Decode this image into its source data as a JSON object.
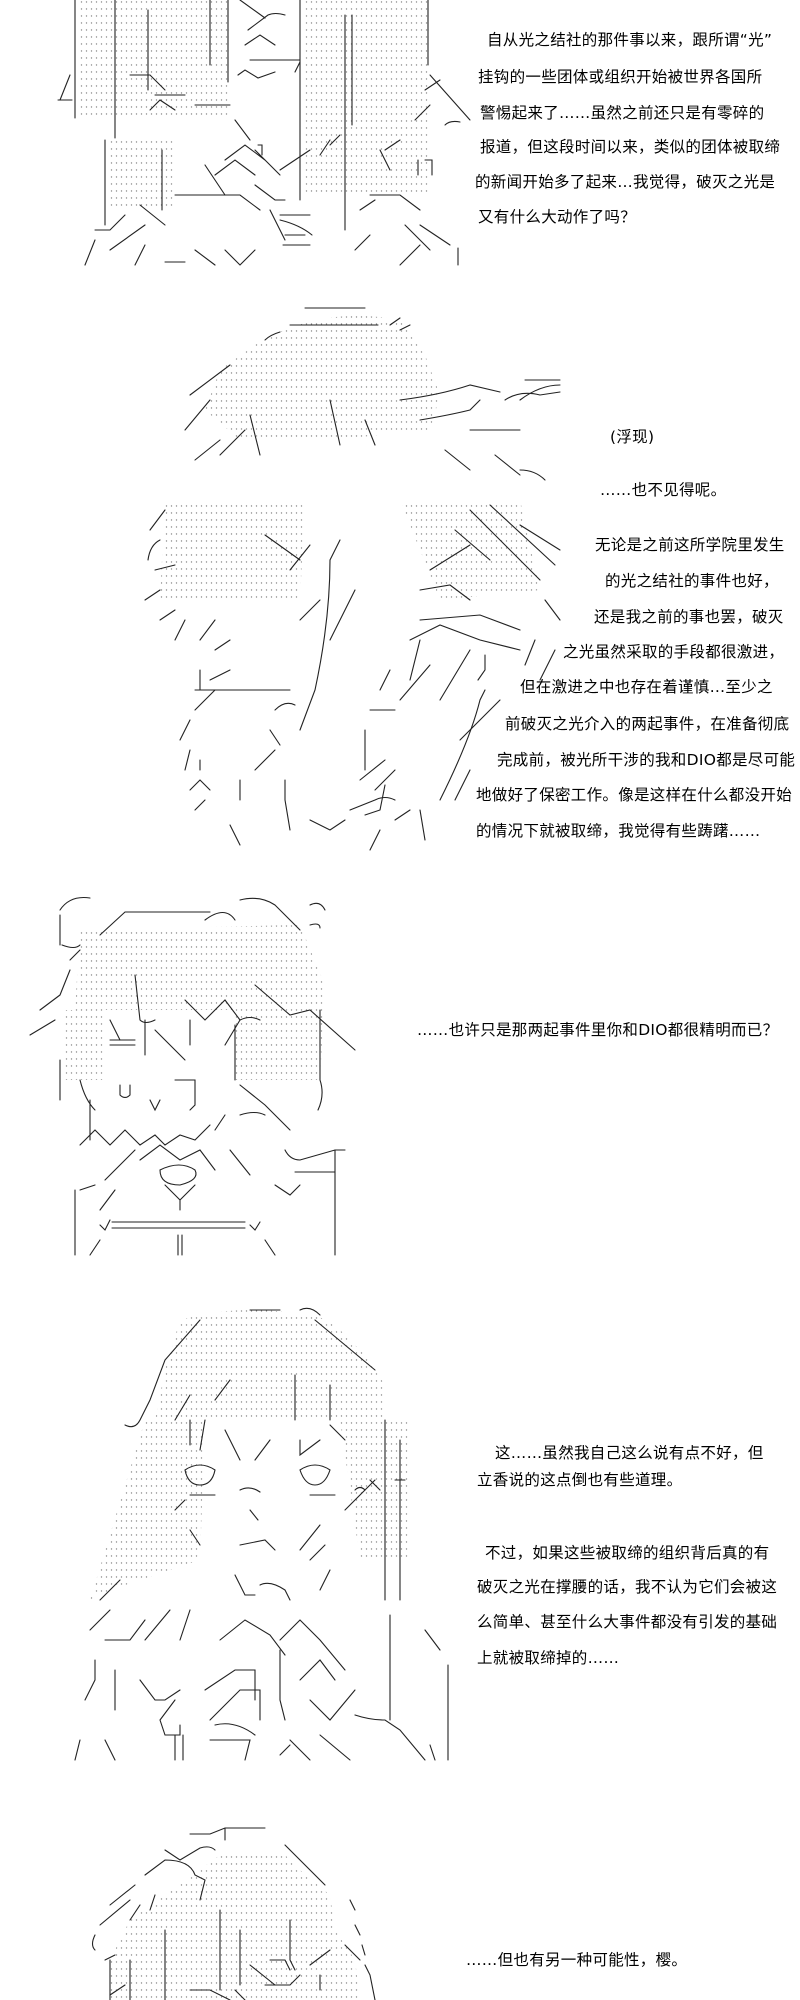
{
  "panels": [
    {
      "figure": "ascii-art-character-1",
      "lines": [
        "自从光之结社的那件事以来，跟所谓“光”",
        "挂钩的一些团体或组织开始被世界各国所",
        "警惕起来了……虽然之前还只是有零碎的",
        "报道，但这段时间以来，类似的团体被取缔",
        "的新闻开始多了起来…我觉得，破灭之光是",
        "又有什么大动作了吗？"
      ]
    },
    {
      "figure": "ascii-art-character-2",
      "aside": "(浮现)",
      "reply": "……也不见得呢。",
      "lines": [
        "无论是之前这所学院里发生",
        "的光之结社的事件也好，",
        "还是我之前的事也罢，破灭",
        "之光虽然采取的手段都很激进，",
        "但在激进之中也存在着谨慎…至少之",
        "前破灭之光介入的两起事件，在准备彻底",
        "完成前，被光所干涉的我和DIO都是尽可能",
        "地做好了保密工作。像是这样在什么都没开始",
        "的情况下就被取缔，我觉得有些踌躇……"
      ]
    },
    {
      "figure": "ascii-art-character-3",
      "lines": [
        "……也许只是那两起事件里你和DIO都很精明而已？"
      ]
    },
    {
      "figure": "ascii-art-character-4",
      "lines": [
        "这……虽然我自己这么说有点不好，但",
        "立香说的这点倒也有些道理。",
        "不过，如果这些被取缔的组织背后真的有",
        "破灭之光在撑腰的话，我不认为它们会被这",
        "么简单、甚至什么大事件都没有引发的基础",
        "上就被取缔掉的……"
      ]
    },
    {
      "figure": "ascii-art-character-5",
      "lines": [
        "……但也有另一种可能性，樱。"
      ]
    }
  ]
}
